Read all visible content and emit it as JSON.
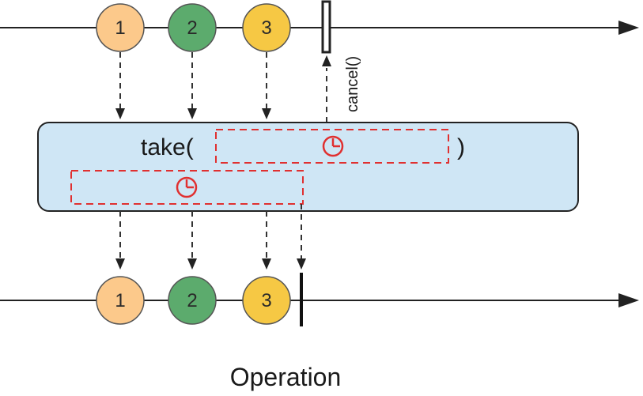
{
  "source_stream": {
    "items": [
      {
        "label": "1",
        "color": "#fcc98b"
      },
      {
        "label": "2",
        "color": "#5cab6d"
      },
      {
        "label": "3",
        "color": "#f6c844"
      }
    ]
  },
  "cancel_label": "cancel()",
  "operator": {
    "open_label": "take(",
    "close_label": ")",
    "box_color": "#cfe6f5",
    "timer_color": "#e03030"
  },
  "result_stream": {
    "items": [
      {
        "label": "1",
        "color": "#fcc98b"
      },
      {
        "label": "2",
        "color": "#5cab6d"
      },
      {
        "label": "3",
        "color": "#f6c844"
      }
    ]
  },
  "caption": "Operation"
}
